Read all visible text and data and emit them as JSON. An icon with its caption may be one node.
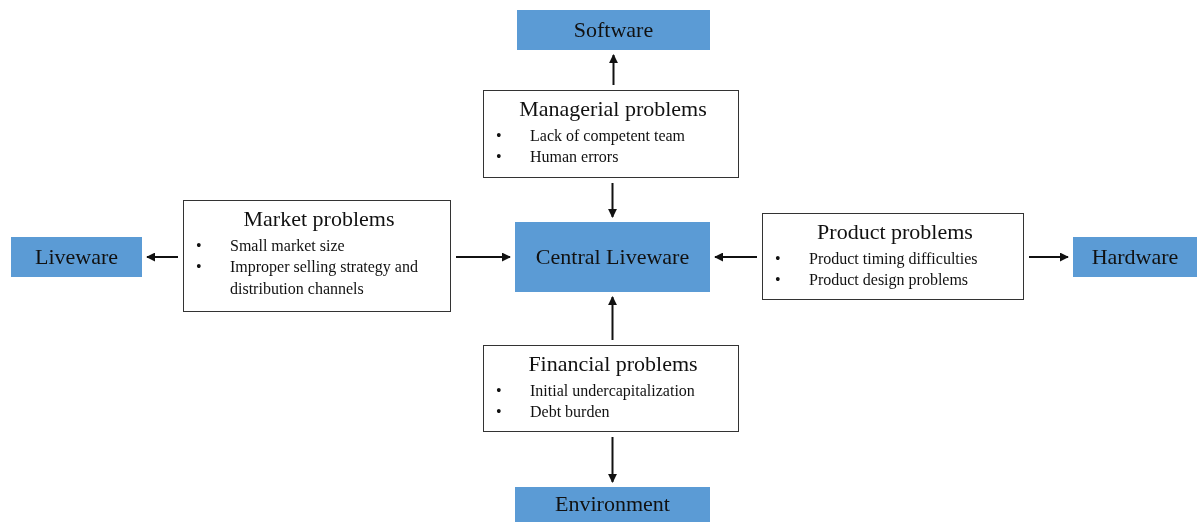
{
  "diagram": {
    "nodes": [
      {
        "text": [
          "Software"
        ]
      },
      {
        "text": [
          "Managerial problems",
          "Lack of competent team",
          "Human errors"
        ]
      },
      {
        "text": [
          "Liveware"
        ]
      },
      {
        "text": [
          "Market problems",
          "Small market size",
          "Improper selling strategy and distribution channels"
        ]
      },
      {
        "text": [
          "Central Liveware"
        ]
      },
      {
        "text": [
          "Product problems",
          "Product timing difficulties",
          "Product design problems"
        ]
      },
      {
        "text": [
          "Hardware"
        ]
      },
      {
        "text": [
          "Financial problems",
          "Initial undercapitalization",
          "Debt burden"
        ]
      },
      {
        "text": [
          "Environment"
        ]
      }
    ],
    "edges": [
      {
        "from": 1,
        "to": 0,
        "arrow": "to"
      },
      {
        "from": 1,
        "to": 4,
        "arrow": "to"
      },
      {
        "from": 3,
        "to": 2,
        "arrow": "to"
      },
      {
        "from": 3,
        "to": 4,
        "arrow": "to"
      },
      {
        "from": 5,
        "to": 4,
        "arrow": "to"
      },
      {
        "from": 5,
        "to": 6,
        "arrow": "to"
      },
      {
        "from": 7,
        "to": 4,
        "arrow": "to"
      },
      {
        "from": 7,
        "to": 8,
        "arrow": "to"
      }
    ],
    "labels": [
      "•",
      "•",
      "•",
      "•",
      "•",
      "•",
      "•",
      "•"
    ]
  }
}
